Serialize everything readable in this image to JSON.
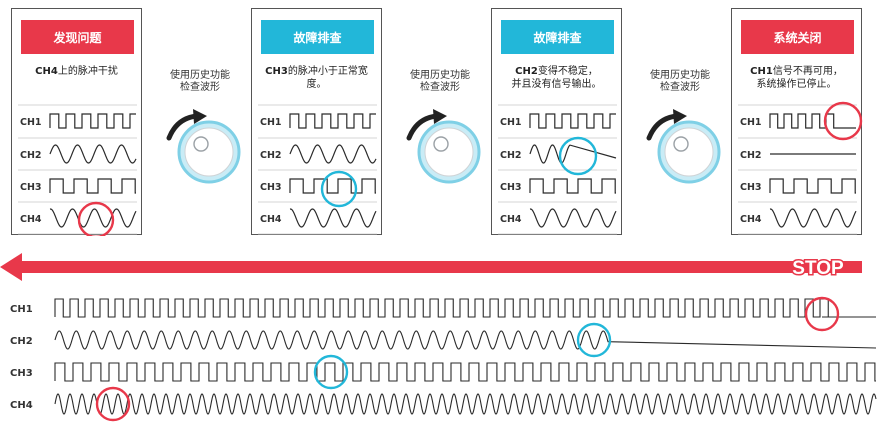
{
  "colors": {
    "red": "#e8384a",
    "cyan": "#22b7d9",
    "trace": "#2a2a2a",
    "line": "#bbbbbb"
  },
  "cards": [
    {
      "title": "发现问题",
      "accent": "red",
      "desc_bold": "CH4",
      "desc_rest": "上的脉冲干扰",
      "channels": [
        "CH1",
        "CH2",
        "CH3",
        "CH4"
      ]
    },
    {
      "title": "故障排查",
      "accent": "cyan",
      "desc_bold": "CH3",
      "desc_rest": "的脉冲小于正常宽度。",
      "channels": [
        "CH1",
        "CH2",
        "CH3",
        "CH4"
      ]
    },
    {
      "title": "故障排查",
      "accent": "cyan",
      "desc_bold": "CH2",
      "desc_rest": "变得不稳定，\n并且没有信号输出。",
      "channels": [
        "CH1",
        "CH2",
        "CH3",
        "CH4"
      ]
    },
    {
      "title": "系统关闭",
      "accent": "red",
      "desc_bold": "CH1",
      "desc_rest": "信号不再可用，\n系统操作已停止。",
      "channels": [
        "CH1",
        "CH2",
        "CH3",
        "CH4"
      ]
    }
  ],
  "between_labels": [
    "使用历史功能\n检查波形",
    "使用历史功能\n检查波形",
    "使用历史功能\n检查波形"
  ],
  "stop_label": "STOP",
  "timeline_channels": [
    "CH1",
    "CH2",
    "CH3",
    "CH4"
  ],
  "icons": {
    "knob": "knob-icon",
    "arrow": "curved-arrow-icon",
    "stop_arrow": "left-arrow-icon",
    "highlight": "highlight-circle-icon"
  }
}
